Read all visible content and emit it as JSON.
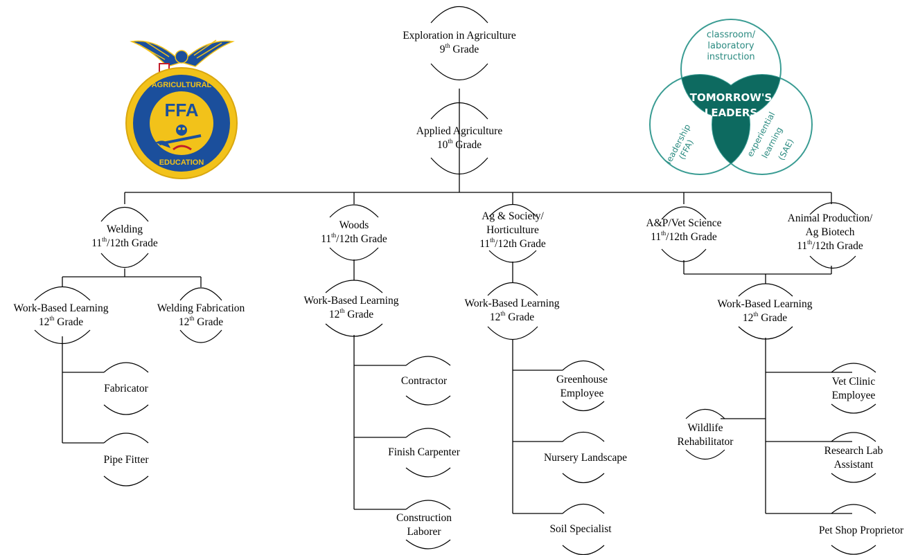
{
  "nodes": {
    "exploration": {
      "name": "Exploration in Agriculture",
      "grade_num": "9",
      "grade_sup": "th",
      "grade_rest": " Grade"
    },
    "applied": {
      "name": "Applied Agriculture",
      "grade_num": "10",
      "grade_sup": "th",
      "grade_rest": " Grade"
    },
    "welding": {
      "name": "Welding",
      "grade_num": "11",
      "grade_sup": "th",
      "grade_rest": "/12th Grade"
    },
    "woods": {
      "name": "Woods",
      "grade_num": "11",
      "grade_sup": "th",
      "grade_rest": "/12th Grade"
    },
    "agsociety": {
      "name_1": "Ag & Society/",
      "name_2": "Horticulture",
      "grade_num": "11",
      "grade_sup": "th",
      "grade_rest": "/12th Grade"
    },
    "apvet": {
      "name": "A&P/Vet Science",
      "grade_num": "11",
      "grade_sup": "th",
      "grade_rest": "/12th Grade"
    },
    "animal": {
      "name_1": "Animal Production/",
      "name_2": "Ag Biotech",
      "grade_num": "11",
      "grade_sup": "th",
      "grade_rest": "/12th Grade"
    },
    "wbl_welding": {
      "name": "Work-Based Learning",
      "grade_num": "12",
      "grade_sup": "th",
      "grade_rest": " Grade"
    },
    "welding_fab": {
      "name": "Welding Fabrication",
      "grade_num": "12",
      "grade_sup": "th",
      "grade_rest": " Grade"
    },
    "wbl_woods": {
      "name": "Work-Based Learning",
      "grade_num": "12",
      "grade_sup": "th",
      "grade_rest": " Grade"
    },
    "wbl_ag": {
      "name": "Work-Based Learning",
      "grade_num": "12",
      "grade_sup": "th",
      "grade_rest": " Grade"
    },
    "wbl_animal": {
      "name": "Work-Based Learning",
      "grade_num": "12",
      "grade_sup": "th",
      "grade_rest": " Grade"
    }
  },
  "careers": {
    "fabricator": "Fabricator",
    "pipe_fitter": "Pipe Fitter",
    "contractor": "Contractor",
    "finish_carpenter": "Finish Carpenter",
    "construction_laborer_1": "Construction",
    "construction_laborer_2": "Laborer",
    "greenhouse_1": "Greenhouse",
    "greenhouse_2": "Employee",
    "nursery": "Nursery Landscape",
    "soil": "Soil Specialist",
    "wildlife_1": "Wildlife",
    "wildlife_2": "Rehabilitator",
    "vet_clinic_1": "Vet Clinic",
    "vet_clinic_2": "Employee",
    "research_1": "Research Lab",
    "research_2": "Assistant",
    "pet_shop": "Pet Shop Proprietor"
  },
  "ffa_logo": {
    "emblem_text": "FFA",
    "ring_top": "AGRICULTURAL",
    "ring_bottom": "EDUCATION"
  },
  "venn": {
    "top_1": "classroom/",
    "top_2": "laboratory",
    "top_3": "instruction",
    "center_1": "TOMORROW'S",
    "center_2": "LEADERS",
    "left_1": "leadership",
    "left_2": "(FFA)",
    "right_1": "experiential",
    "right_2": "learning",
    "right_3": "(SAE)"
  },
  "colors": {
    "line": "#000000",
    "venn_teal": "#0d6a60",
    "venn_light": "#3a9c93",
    "ffa_gold": "#f2c21a",
    "ffa_blue": "#1b4f9c"
  }
}
